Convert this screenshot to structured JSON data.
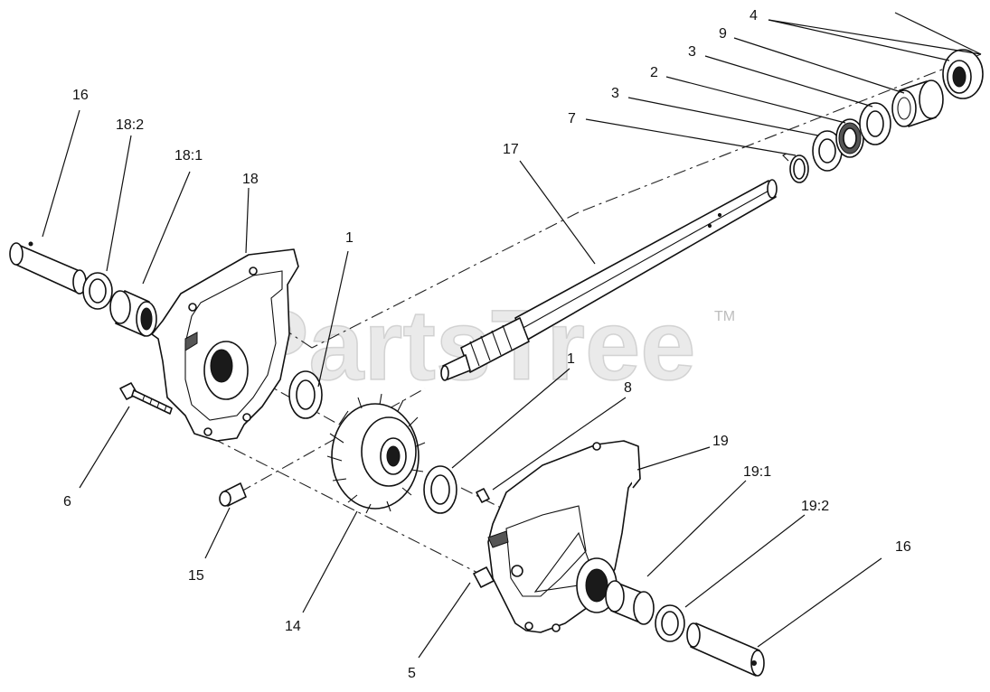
{
  "watermark": {
    "text": "PartsTree",
    "trademark": "TM"
  },
  "callouts": [
    {
      "id": "c4",
      "label": "4"
    },
    {
      "id": "c9",
      "label": "9"
    },
    {
      "id": "c3a",
      "label": "3"
    },
    {
      "id": "c2",
      "label": "2"
    },
    {
      "id": "c3b",
      "label": "3"
    },
    {
      "id": "c7",
      "label": "7"
    },
    {
      "id": "c17",
      "label": "17"
    },
    {
      "id": "c16a",
      "label": "16"
    },
    {
      "id": "c18-2",
      "label": "18:2"
    },
    {
      "id": "c18-1",
      "label": "18:1"
    },
    {
      "id": "c18",
      "label": "18"
    },
    {
      "id": "c1a",
      "label": "1"
    },
    {
      "id": "c1b",
      "label": "1"
    },
    {
      "id": "c8",
      "label": "8"
    },
    {
      "id": "c19",
      "label": "19"
    },
    {
      "id": "c19-1",
      "label": "19:1"
    },
    {
      "id": "c19-2",
      "label": "19:2"
    },
    {
      "id": "c16b",
      "label": "16"
    },
    {
      "id": "c6",
      "label": "6"
    },
    {
      "id": "c15",
      "label": "15"
    },
    {
      "id": "c14",
      "label": "14"
    },
    {
      "id": "c5",
      "label": "5"
    }
  ]
}
